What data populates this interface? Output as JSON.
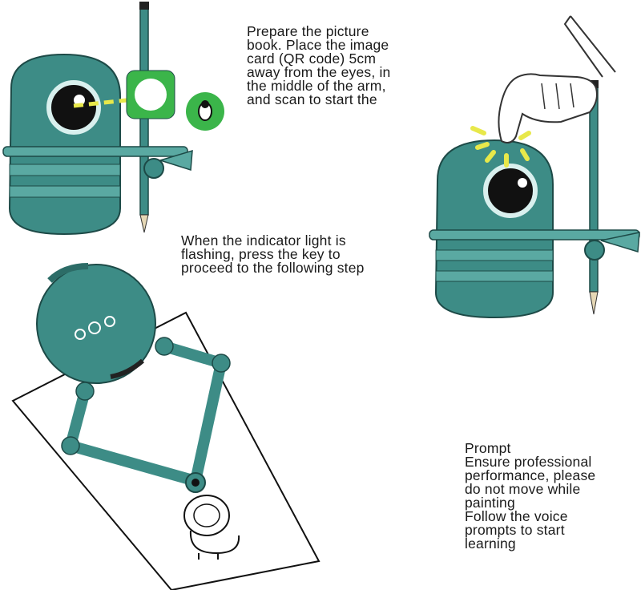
{
  "colors": {
    "robot_body": "#3d8c86",
    "robot_dark": "#2c6c67",
    "robot_light": "#5aa9a2",
    "card_green": "#3bb54a",
    "flash_yellow": "#e8e84a",
    "eye_black": "#111111",
    "text": "#1a1a1a"
  },
  "instructions": {
    "step1": "Prepare the picture\nbook. Place the image\ncard (QR code) 5cm\naway from the eyes, in\nthe middle of the arm,\nand scan to start the",
    "step2": "When the indicator light is\nflashing, press the key to\nproceed to the following step",
    "prompt": "Prompt\nEnsure professional\nperformance, please\ndo not move while\npainting\nFollow the voice\nprompts to start\nlearning"
  },
  "icons": {
    "scan_card": "qr-card-icon",
    "press_hand": "pointing-hand-icon",
    "indicator": "indicator-light-icon"
  }
}
